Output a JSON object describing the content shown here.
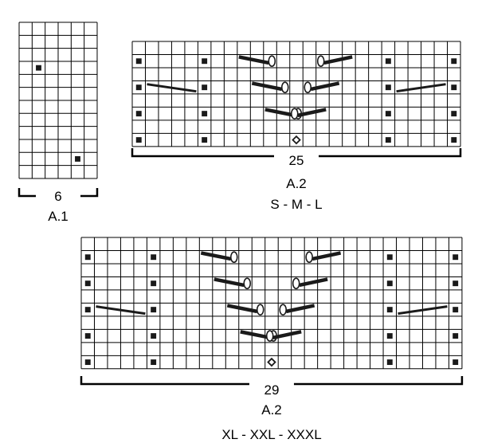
{
  "colors": {
    "ink": "#1a1a1a",
    "grid": "#000000",
    "background": "#ffffff"
  },
  "charts": [
    {
      "id": "A.1",
      "cols": 6,
      "rows": 12,
      "stitch_count": "6",
      "name": "A.1",
      "sizes": "",
      "purl_marks": [
        [
          1,
          3
        ],
        [
          4,
          10
        ]
      ],
      "cable_marks": [],
      "diamond_marks": [],
      "left_slants": [],
      "right_slants": []
    },
    {
      "id": "A.2-small",
      "cols": 25,
      "rows": 8,
      "stitch_count": "25",
      "name": "A.2",
      "sizes": "S - M - L",
      "purl_marks": [
        [
          0,
          1
        ],
        [
          5,
          1
        ],
        [
          19,
          1
        ],
        [
          24,
          1
        ],
        [
          0,
          3
        ],
        [
          5,
          3
        ],
        [
          19,
          3
        ],
        [
          24,
          3
        ],
        [
          0,
          5
        ],
        [
          5,
          5
        ],
        [
          19,
          5
        ],
        [
          24,
          5
        ],
        [
          0,
          7
        ],
        [
          5,
          7
        ],
        [
          19,
          7
        ],
        [
          24,
          7
        ]
      ],
      "cable_marks": [
        {
          "from": [
            8,
            1
          ],
          "to": [
            10,
            1
          ],
          "dir": "down"
        },
        {
          "from": [
            14,
            1
          ],
          "to": [
            16,
            1
          ],
          "dir": "up"
        },
        {
          "from": [
            9,
            3
          ],
          "to": [
            11,
            3
          ],
          "dir": "down"
        },
        {
          "from": [
            13,
            3
          ],
          "to": [
            15,
            3
          ],
          "dir": "up"
        },
        {
          "from": [
            10,
            5
          ],
          "to": [
            12,
            5
          ],
          "dir": "down"
        },
        {
          "from": [
            12,
            5
          ],
          "to": [
            14,
            5
          ],
          "dir": "up"
        }
      ],
      "diamond_marks": [
        [
          12,
          7
        ]
      ],
      "left_slants": [
        [
          1,
          3,
          4,
          3
        ]
      ],
      "right_slants": [
        [
          20,
          3,
          23,
          3
        ]
      ]
    },
    {
      "id": "A.2-large",
      "cols": 29,
      "rows": 10,
      "stitch_count": "29",
      "name": "A.2",
      "sizes": "XL - XXL - XXXL",
      "purl_marks": [
        [
          0,
          1
        ],
        [
          5,
          1
        ],
        [
          23,
          1
        ],
        [
          28,
          1
        ],
        [
          0,
          3
        ],
        [
          5,
          3
        ],
        [
          23,
          3
        ],
        [
          28,
          3
        ],
        [
          0,
          5
        ],
        [
          5,
          5
        ],
        [
          23,
          5
        ],
        [
          28,
          5
        ],
        [
          0,
          7
        ],
        [
          5,
          7
        ],
        [
          23,
          7
        ],
        [
          28,
          7
        ],
        [
          0,
          9
        ],
        [
          5,
          9
        ],
        [
          23,
          9
        ],
        [
          28,
          9
        ]
      ],
      "cable_marks": [
        {
          "from": [
            9,
            1
          ],
          "to": [
            11,
            1
          ],
          "dir": "down"
        },
        {
          "from": [
            17,
            1
          ],
          "to": [
            19,
            1
          ],
          "dir": "up"
        },
        {
          "from": [
            10,
            3
          ],
          "to": [
            12,
            3
          ],
          "dir": "down"
        },
        {
          "from": [
            16,
            3
          ],
          "to": [
            18,
            3
          ],
          "dir": "up"
        },
        {
          "from": [
            11,
            5
          ],
          "to": [
            13,
            5
          ],
          "dir": "down"
        },
        {
          "from": [
            15,
            5
          ],
          "to": [
            17,
            5
          ],
          "dir": "up"
        },
        {
          "from": [
            12,
            7
          ],
          "to": [
            14,
            7
          ],
          "dir": "down"
        },
        {
          "from": [
            14,
            7
          ],
          "to": [
            16,
            7
          ],
          "dir": "up"
        }
      ],
      "diamond_marks": [
        [
          14,
          9
        ]
      ],
      "left_slants": [
        [
          1,
          5,
          4,
          5
        ]
      ],
      "right_slants": [
        [
          24,
          5,
          27,
          5
        ]
      ]
    }
  ]
}
